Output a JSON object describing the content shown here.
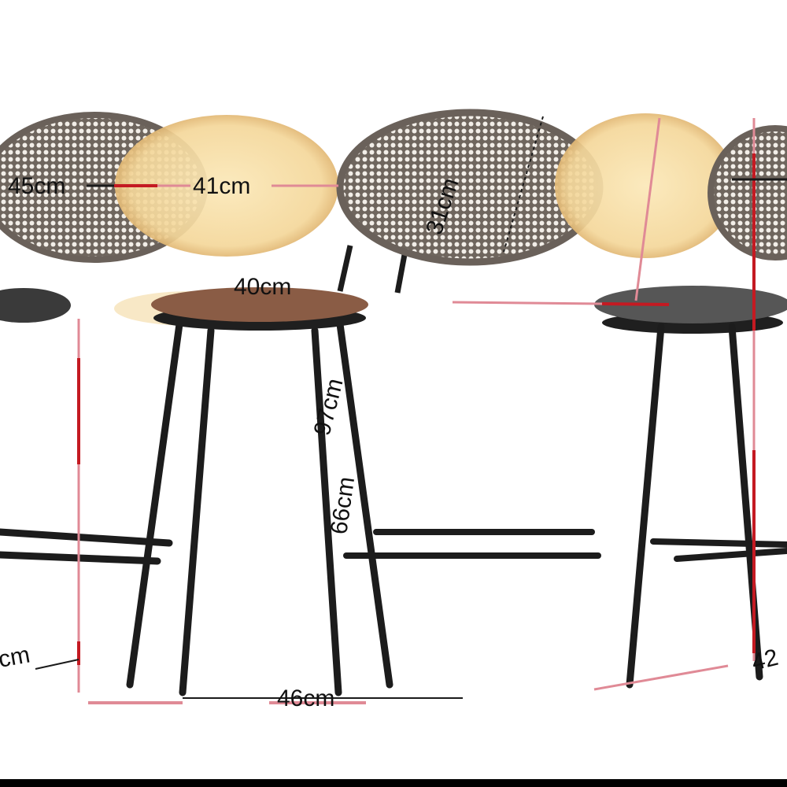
{
  "image": {
    "subject": "bar stools with rattan oval backrests shown with dimension lines",
    "colors": {
      "frame": "#1c1c1c",
      "seat_left": "#8a5c45",
      "seat_right": "#565656",
      "rattan_frame": "#7a7068",
      "rattan_weave": "#e9e4dc",
      "dimension_line": "#e08a96",
      "dimension_line_dark": "#1a1a1a",
      "accent_red": "#c41a22"
    }
  },
  "dimensions": {
    "back_width_left": "45cm",
    "back_width_right": "41cm",
    "seat_diameter": "40cm",
    "back_height": "31cm",
    "total_height": "97cm",
    "seat_height": "66cm",
    "base_depth": "46cm",
    "left_edge_partial": "cm",
    "right_edge_partial": "42"
  }
}
